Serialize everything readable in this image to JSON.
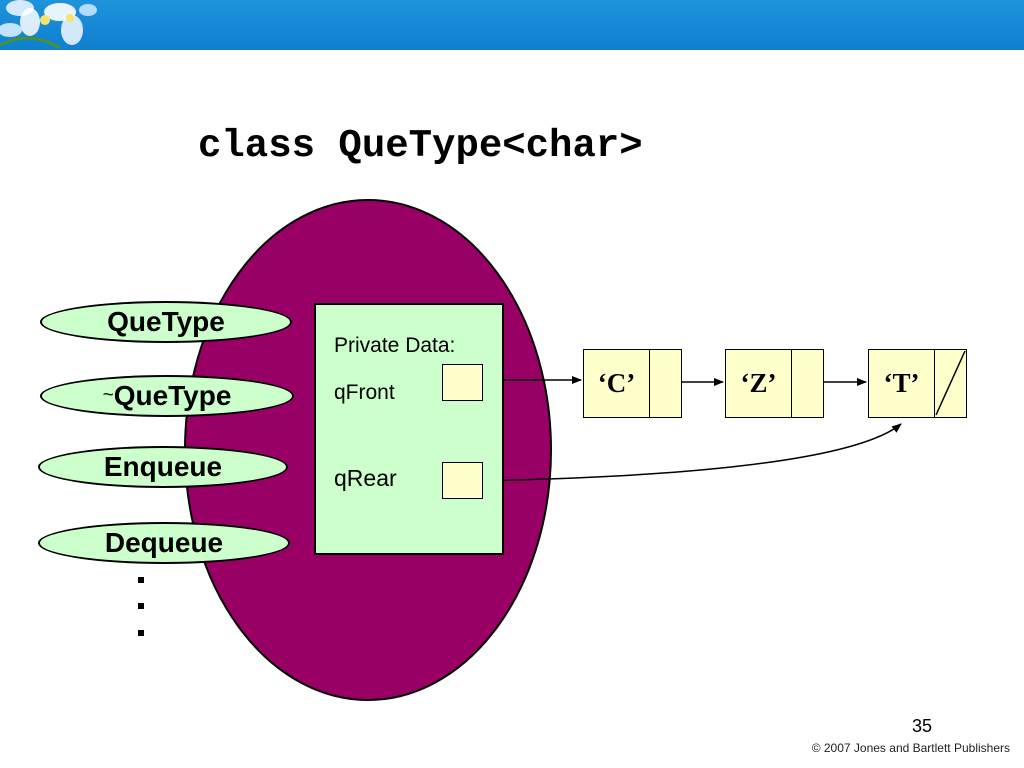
{
  "slide": {
    "title": "class QueType<char>",
    "page_number": "35",
    "copyright": "© 2007 Jones and Bartlett Publishers"
  },
  "methods": [
    {
      "tilde": "",
      "label": "QueType"
    },
    {
      "tilde": "~",
      "label": "QueType"
    },
    {
      "tilde": "",
      "label": "Enqueue"
    },
    {
      "tilde": "",
      "label": "Dequeue"
    }
  ],
  "private_data": {
    "heading": "Private Data:",
    "front_label": "qFront",
    "rear_label": "qRear"
  },
  "nodes": [
    {
      "info": "‘C’",
      "next": "pointer"
    },
    {
      "info": "‘Z’",
      "next": "pointer"
    },
    {
      "info": "‘T’",
      "next": "NULL"
    }
  ],
  "colors": {
    "banner": "#1f93dc",
    "class_oval": "#990066",
    "method_fill": "#ccffcc",
    "private_fill": "#ccffcc",
    "node_fill": "#ffffcc"
  }
}
